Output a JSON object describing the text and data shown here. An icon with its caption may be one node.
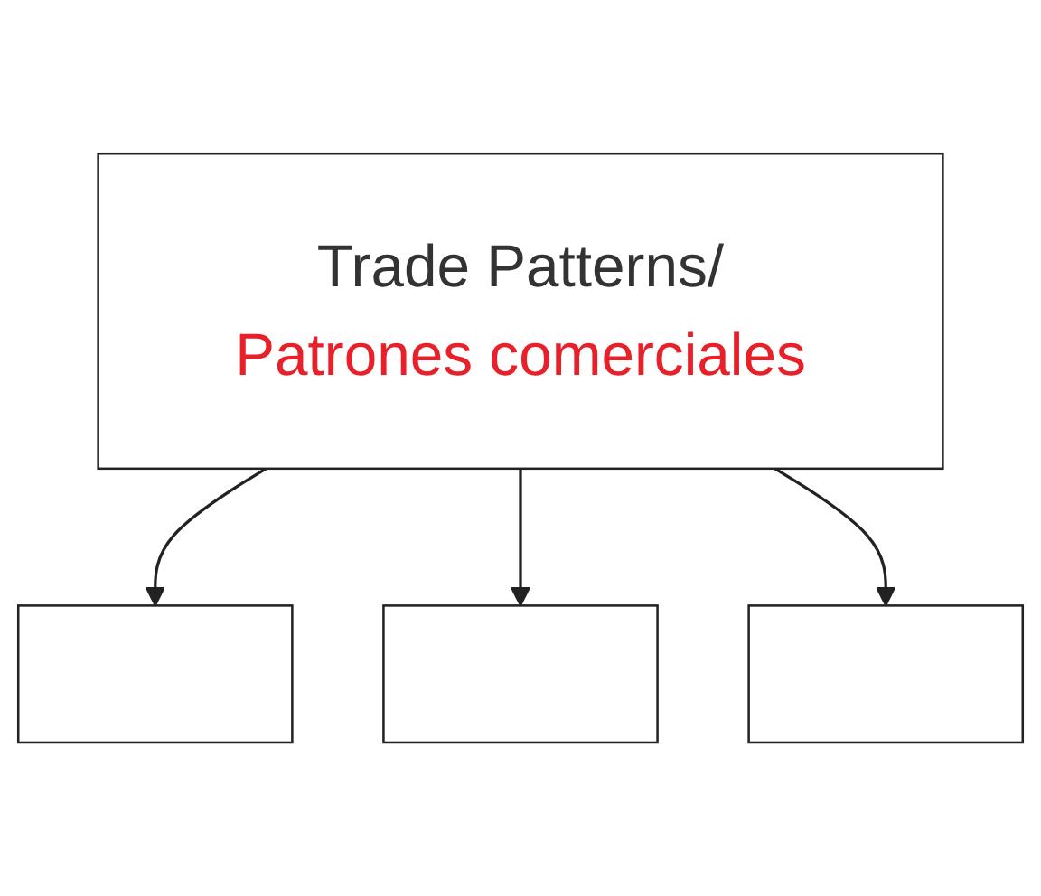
{
  "diagram": {
    "nodes": [
      {
        "text": [
          "Trade Patterns/",
          "Patrones comerciales"
        ]
      },
      {
        "text": [],
        "shape": "box"
      },
      {
        "text": [],
        "shape": "box"
      },
      {
        "text": [],
        "shape": "box"
      }
    ],
    "edges": [
      {
        "from": 0,
        "to": 1,
        "arrow": "to"
      },
      {
        "from": 0,
        "to": 2,
        "arrow": "to"
      },
      {
        "from": 0,
        "to": 3,
        "arrow": "to"
      }
    ]
  }
}
